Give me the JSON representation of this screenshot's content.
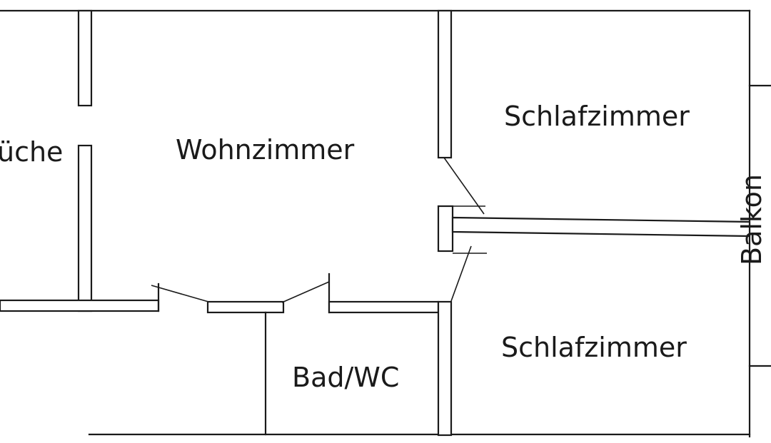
{
  "rooms": {
    "kueche": "üche",
    "wohnzimmer": "Wohnzimmer",
    "schlafzimmer_top": "Schlafzimmer",
    "schlafzimmer_bottom": "Schlafzimmer",
    "bad": "Bad/WC",
    "balkon": "Balkon"
  },
  "colors": {
    "ink": "#1a1a1a",
    "paper": "#ffffff"
  }
}
